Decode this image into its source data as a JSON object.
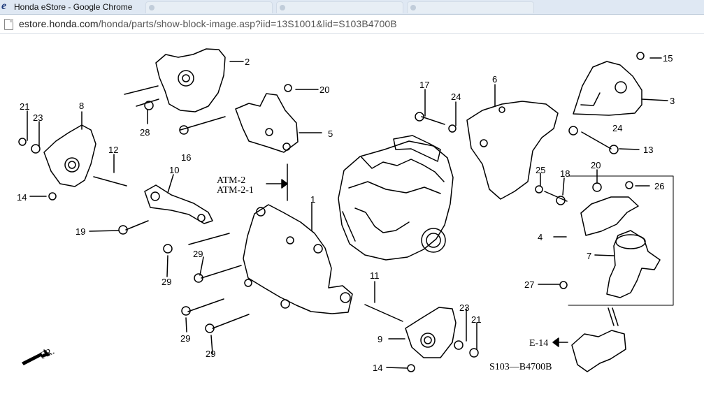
{
  "window": {
    "title": "Honda eStore - Google Chrome",
    "url_host": "estore.honda.com",
    "url_path": "/honda/parts/show-block-image.asp?iid=13S1001&lid=S103B4700B"
  },
  "diagram": {
    "callouts": [
      "2",
      "15",
      "20",
      "3",
      "17",
      "24",
      "6",
      "21",
      "23",
      "8",
      "12",
      "28",
      "5",
      "16",
      "24",
      "13",
      "10",
      "25",
      "18",
      "20",
      "26",
      "14",
      "ATM-2",
      "ATM-2-1",
      "1",
      "4",
      "19",
      "7",
      "29",
      "29",
      "27",
      "11",
      "23",
      "21",
      "9",
      "29",
      "29",
      "E-14",
      "14",
      "S103—B4700B",
      "FR."
    ],
    "codes": {
      "atm2": "ATM-2",
      "atm21": "ATM-2-1",
      "ref": "S103—B4700B",
      "e14": "E-14",
      "fr": "FR."
    }
  },
  "colors": {
    "line": "#000000",
    "bg": "#ffffff",
    "titlebar": "#dfe8f3"
  }
}
